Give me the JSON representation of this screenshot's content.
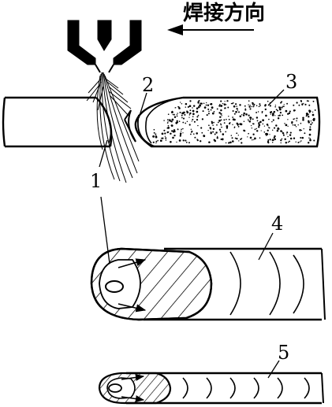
{
  "title": "焊接方向",
  "labels": {
    "l1": "1",
    "l2": "2",
    "l3": "3",
    "l4": "4",
    "l5": "5"
  },
  "colors": {
    "ink": "#000000",
    "background": "#ffffff"
  },
  "icons": [
    "welding-torch-icon",
    "arrow-left-icon"
  ]
}
